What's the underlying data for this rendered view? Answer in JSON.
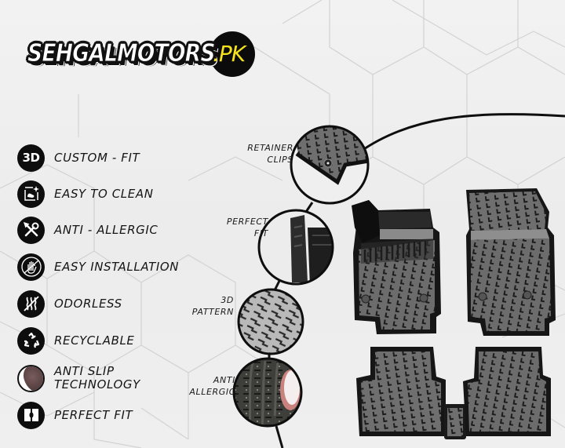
{
  "brand": {
    "name": "SEHGALMOTORS",
    "tld": ".PK",
    "accent_color": "#f4e21a",
    "badge_color": "#0b0b0b"
  },
  "features": [
    {
      "icon": "3d-icon",
      "icon_text": "3D",
      "label": "CUSTOM - FIT"
    },
    {
      "icon": "hand-wipe-icon",
      "label": "EASY TO CLEAN"
    },
    {
      "icon": "wrench-screwdriver-icon",
      "label": "ANTI - ALLERGIC"
    },
    {
      "icon": "hand-stop-icon",
      "label": "EASY INSTALLATION"
    },
    {
      "icon": "odor-waves-crossed-icon",
      "label": "ODORLESS"
    },
    {
      "icon": "recycle-icon",
      "label": "RECYCLABLE"
    },
    {
      "icon": "anti-slip-texture-icon",
      "label": "ANTI SLIP\nTECHNOLOGY"
    },
    {
      "icon": "puzzle-fit-icon",
      "label": "PERFECT FIT"
    }
  ],
  "callouts": [
    {
      "label": "RETAINER\nCLIPS"
    },
    {
      "label": "PERFECT\nFIT"
    },
    {
      "label": "3D\nPATTERN"
    },
    {
      "label": "ANTI\nALLERGIC"
    }
  ],
  "product": {
    "pieces": [
      "front-left-mat",
      "front-right-mat",
      "rear-left-mat",
      "rear-right-mat",
      "rear-center-tunnel-mat"
    ],
    "mat_color": "#2a2a2a"
  }
}
